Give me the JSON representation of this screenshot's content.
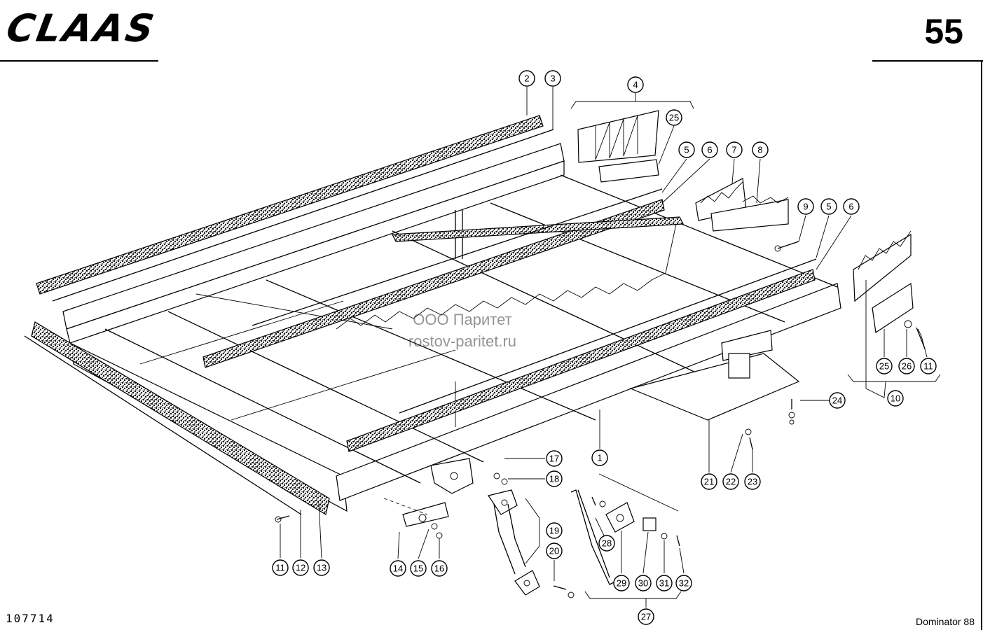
{
  "header": {
    "brand": "CLAAS",
    "page_number": "55"
  },
  "footer": {
    "drawing_number": "107714",
    "model": "Dominator 88"
  },
  "watermark": {
    "line1": "ООО Паритет",
    "line2": "rostov-paritet.ru"
  },
  "callouts": [
    "1",
    "2",
    "3",
    "4",
    "5",
    "6",
    "7",
    "8",
    "9",
    "5",
    "6",
    "25",
    "10",
    "25",
    "26",
    "11",
    "24",
    "21",
    "22",
    "23",
    "17",
    "18",
    "19",
    "20",
    "14",
    "15",
    "16",
    "11",
    "12",
    "13",
    "28",
    "29",
    "30",
    "31",
    "32",
    "27"
  ]
}
